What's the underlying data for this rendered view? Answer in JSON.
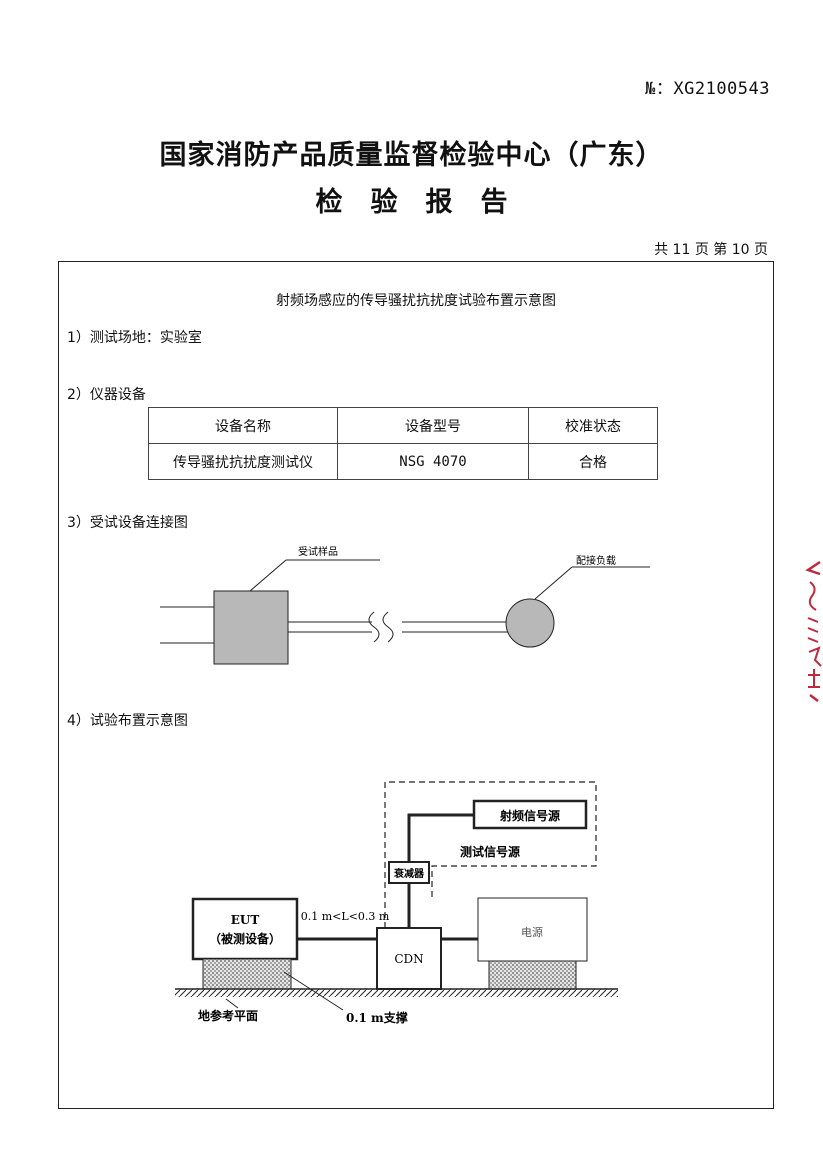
{
  "header": {
    "report_number": "№：XG2100543",
    "org_title": "国家消防产品质量监督检验中心（广东）",
    "doc_type": "检验报告",
    "page_count": "共 11 页 第 10 页"
  },
  "body": {
    "caption": "射频场感应的传导骚扰抗扰度试验布置示意图",
    "site": "1）测试场地：实验室",
    "equipment_heading": "2）仪器设备",
    "equipment_table": {
      "headers": [
        "设备名称",
        "设备型号",
        "校准状态"
      ],
      "rows": [
        [
          "传导骚扰抗扰度测试仪",
          "NSG 4070",
          "合格"
        ]
      ]
    },
    "connection_heading": "3）受试设备连接图",
    "connection_diagram": {
      "eut_label": "受试样品",
      "load_label": "配接负载"
    },
    "layout_heading": "4）试验布置示意图",
    "layout_diagram": {
      "rf_source": "射频信号源",
      "test_signal_source": "测试信号源",
      "attenuator": "衰减器",
      "eut_line1": "EUT",
      "eut_line2": "（被测设备）",
      "distance": "0.1 m<L<0.3 m",
      "cdn": "CDN",
      "power": "电源",
      "ground_plane": "地参考平面",
      "support": "0.1 m支撑"
    }
  },
  "colors": {
    "stamp": "#c0283c",
    "box_fill": "#b8b8b8"
  }
}
